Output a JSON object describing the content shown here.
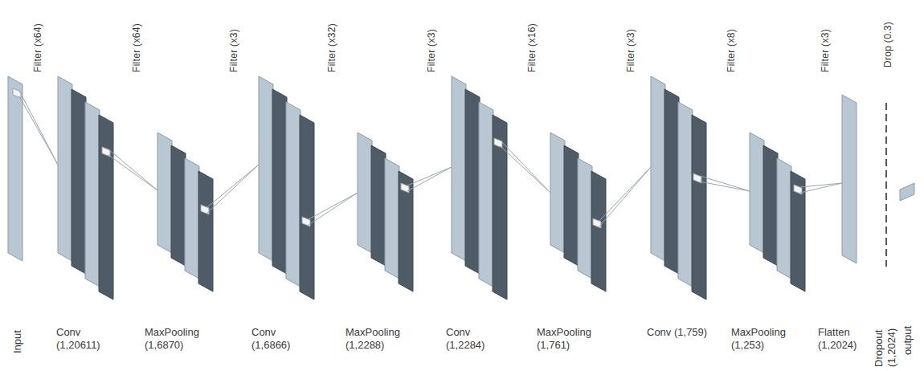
{
  "diagram": {
    "nodes": [
      {
        "text": [
          "Input"
        ]
      },
      {
        "text": [
          "Conv (1,20611)"
        ]
      },
      {
        "text": [
          "MaxPooling (1,6870)"
        ]
      },
      {
        "text": [
          "Conv (1,6866)"
        ]
      },
      {
        "text": [
          "MaxPooling (1,2288)"
        ]
      },
      {
        "text": [
          "Conv (1,2284)"
        ]
      },
      {
        "text": [
          "MaxPooling (1,761)"
        ]
      },
      {
        "text": [
          "Conv (1,759)"
        ]
      },
      {
        "text": [
          "MaxPooling (1,253)"
        ]
      },
      {
        "text": [
          "Flatten (1,2024)"
        ]
      },
      {
        "text": [
          "output"
        ]
      }
    ],
    "edges": [
      {
        "from": 0,
        "to": 1,
        "arrow": "none"
      },
      {
        "from": 1,
        "to": 2,
        "arrow": "none"
      },
      {
        "from": 2,
        "to": 3,
        "arrow": "none"
      },
      {
        "from": 3,
        "to": 4,
        "arrow": "none"
      },
      {
        "from": 4,
        "to": 5,
        "arrow": "none"
      },
      {
        "from": 5,
        "to": 6,
        "arrow": "none"
      },
      {
        "from": 6,
        "to": 7,
        "arrow": "none"
      },
      {
        "from": 7,
        "to": 8,
        "arrow": "none"
      },
      {
        "from": 8,
        "to": 9,
        "arrow": "none"
      }
    ],
    "labels": [
      "Filter (x64)",
      "Filter (x64)",
      "Filter (x3)",
      "Filter (x32)",
      "Filter (x3)",
      "Filter (x16)",
      "Filter (x3)",
      "Filter (x8)",
      "Filter (x3)",
      "Drop (0.3)",
      "Dropout (1,2024)"
    ]
  }
}
